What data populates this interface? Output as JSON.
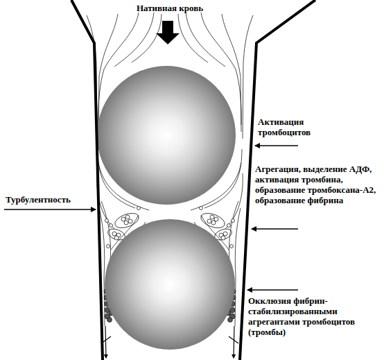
{
  "diagram": {
    "labels": [
      "Нативная кровь",
      "Активация тромбоцитов",
      "Агрегация, выделение АДФ, активация тромбина, образование тромбоксана-А2, образование фибрина",
      "Турбулентность",
      "Окклюзия фибрин- стабилизированными агрегантами тромбоцитов (тромбы)"
    ]
  }
}
